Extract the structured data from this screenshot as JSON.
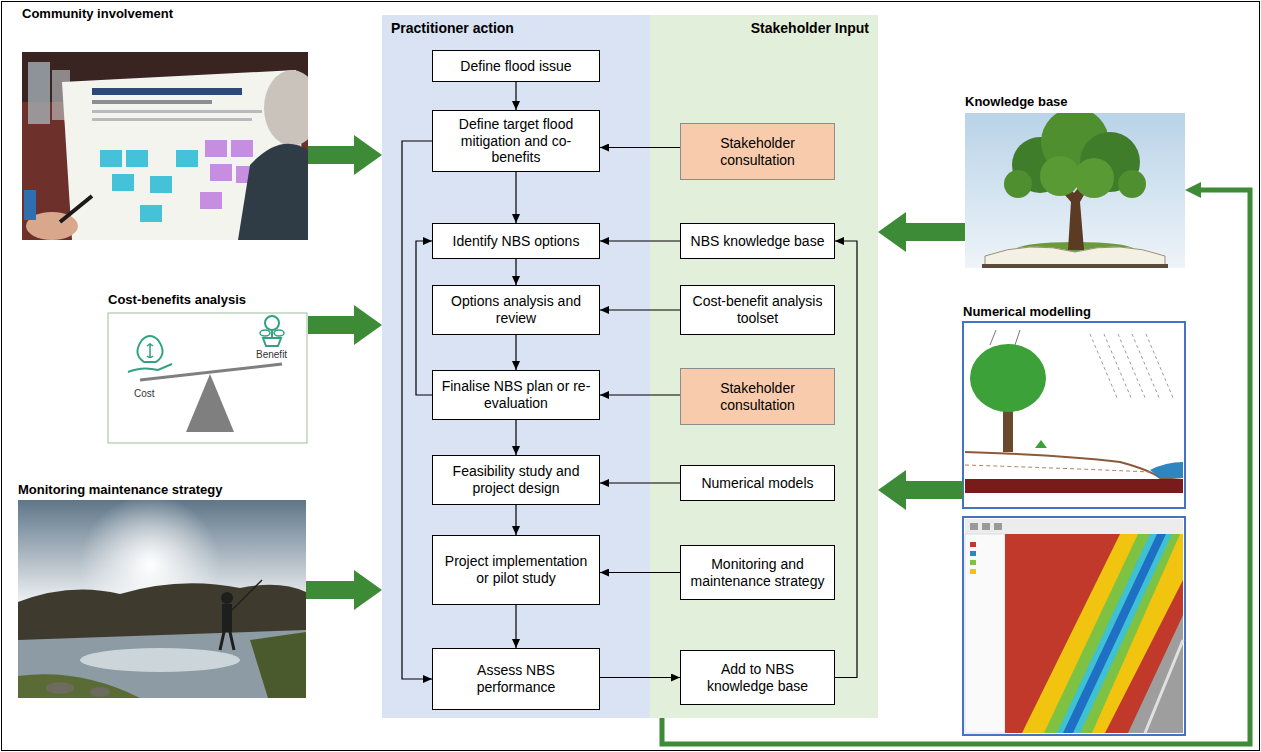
{
  "diagram": {
    "nodes": [
      {
        "text": [
          "Community involvement"
        ]
      },
      {
        "text": [
          "Cost-benefits analysis",
          "Cost",
          "Benefit"
        ]
      },
      {
        "text": [
          "Monitoring maintenance strategy"
        ]
      },
      {
        "text": [
          "Practitioner action"
        ]
      },
      {
        "text": [
          "Define flood issue"
        ],
        "in": 3
      },
      {
        "text": [
          "Define target flood mitigation and co-benefits"
        ],
        "in": 3
      },
      {
        "text": [
          "Identify NBS options"
        ],
        "in": 3
      },
      {
        "text": [
          "Options analysis and review"
        ],
        "in": 3
      },
      {
        "text": [
          "Finalise NBS plan or re-evaluation"
        ],
        "in": 3
      },
      {
        "text": [
          "Feasibility study and project design"
        ],
        "in": 3
      },
      {
        "text": [
          "Project implementation or pilot study"
        ],
        "in": 3
      },
      {
        "text": [
          "Assess NBS performance"
        ],
        "in": 3
      },
      {
        "text": [
          "Stakeholder Input"
        ]
      },
      {
        "text": [
          "Stakeholder consultation"
        ],
        "in": 12
      },
      {
        "text": [
          "NBS knowledge base"
        ],
        "in": 12
      },
      {
        "text": [
          "Cost-benefit analysis toolset"
        ],
        "in": 12
      },
      {
        "text": [
          "Stakeholder consultation"
        ],
        "in": 12
      },
      {
        "text": [
          "Numerical models"
        ],
        "in": 12
      },
      {
        "text": [
          "Monitoring and maintenance strategy"
        ],
        "in": 12
      },
      {
        "text": [
          "Add to NBS knowledge base"
        ],
        "in": 12
      },
      {
        "text": [
          "Knowledge base"
        ]
      },
      {
        "text": [
          "Numerical modelling"
        ]
      }
    ],
    "edges": [
      {
        "from": 4,
        "to": 5,
        "arrow": "to"
      },
      {
        "from": 13,
        "to": 5,
        "arrow": "to"
      },
      {
        "from": 5,
        "to": 6,
        "arrow": "to"
      },
      {
        "from": 14,
        "to": 6,
        "arrow": "to"
      },
      {
        "from": 6,
        "to": 7,
        "arrow": "to"
      },
      {
        "from": 15,
        "to": 7,
        "arrow": "to"
      },
      {
        "from": 7,
        "to": 8,
        "arrow": "to"
      },
      {
        "from": 16,
        "to": 8,
        "arrow": "to"
      },
      {
        "from": 8,
        "to": 6,
        "arrow": "to"
      },
      {
        "from": 8,
        "to": 9,
        "arrow": "to"
      },
      {
        "from": 17,
        "to": 9,
        "arrow": "to"
      },
      {
        "from": 9,
        "to": 10,
        "arrow": "to"
      },
      {
        "from": 18,
        "to": 10,
        "arrow": "to"
      },
      {
        "from": 10,
        "to": 11,
        "arrow": "to"
      },
      {
        "from": 5,
        "to": 11,
        "arrow": "to"
      },
      {
        "from": 11,
        "to": 19,
        "arrow": "to"
      },
      {
        "from": 19,
        "to": 14,
        "arrow": "to"
      },
      {
        "from": 0,
        "to": 3,
        "arrow": "to"
      },
      {
        "from": 1,
        "to": 3,
        "arrow": "to"
      },
      {
        "from": 2,
        "to": 3,
        "arrow": "to"
      },
      {
        "from": 20,
        "to": 12,
        "arrow": "to"
      },
      {
        "from": 21,
        "to": 12,
        "arrow": "to"
      },
      {
        "from": 12,
        "to": 20,
        "arrow": "to"
      }
    ]
  }
}
